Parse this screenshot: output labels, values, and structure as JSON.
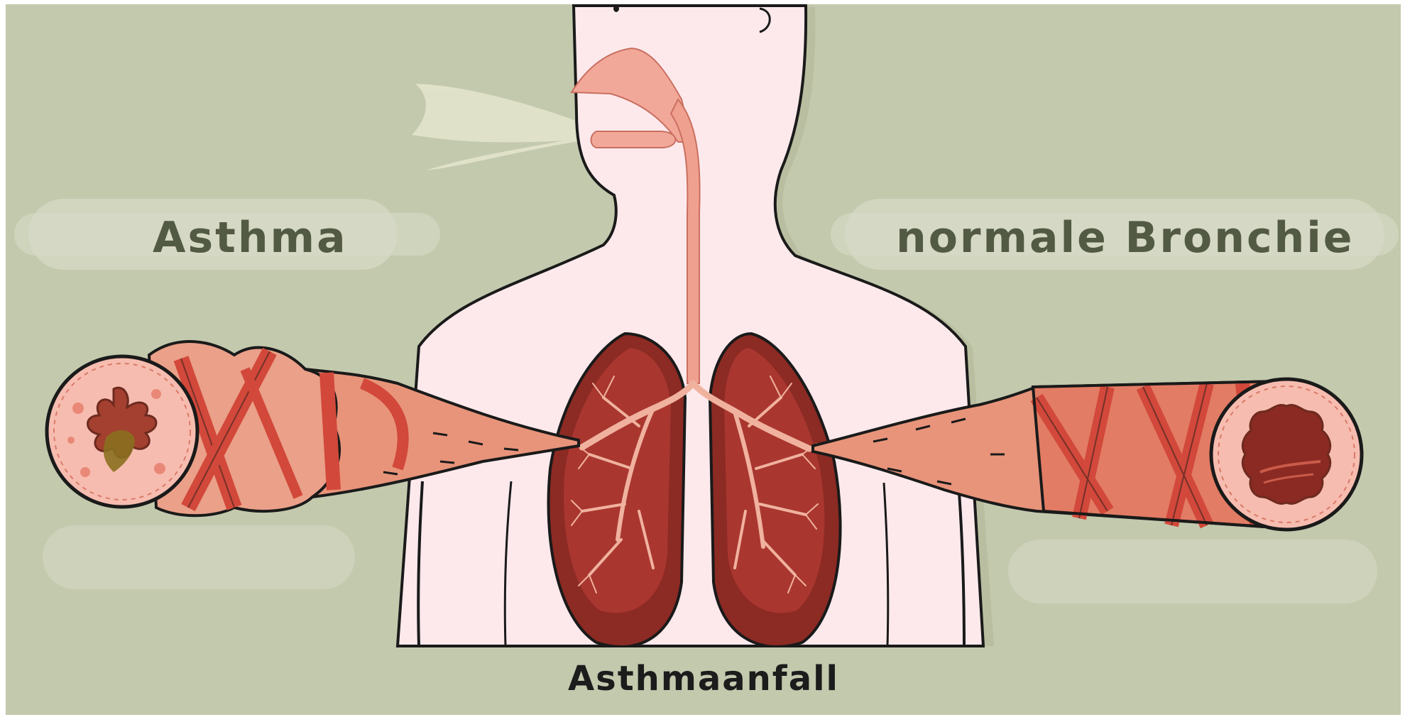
{
  "labels": {
    "asthma": "Asthma",
    "normal_bronchus": "normale Bronchie",
    "attack": "Asthmaanfall"
  },
  "colors": {
    "background": "#c3c9ad",
    "body_fill": "#fde9ec",
    "outline": "#1a1a1a",
    "tissue_pink": "#e8947a",
    "tissue_light": "#f4b9a4",
    "muscle_red": "#d2483a",
    "lung_dark": "#8c2a24",
    "lung_inner": "#a9372f",
    "lumen": "#8b2a22",
    "mucus": "#8a6f1f",
    "label_text": "#535a43",
    "caption_text": "#1c1c1c",
    "breath": "#e5e6cf"
  }
}
